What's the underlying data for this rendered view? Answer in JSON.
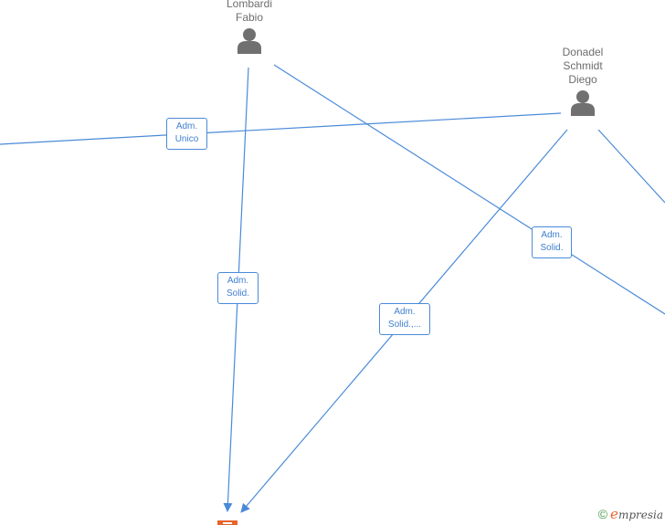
{
  "persons": [
    {
      "id": "lombardi",
      "name": "Lombardi\nFabio"
    },
    {
      "id": "donadel",
      "name": "Donadel\nSchmidt\nDiego"
    }
  ],
  "edge_labels": [
    {
      "id": "adm-unico",
      "text": "Adm.\nUnico"
    },
    {
      "id": "adm-solid-1",
      "text": "Adm.\nSolid."
    },
    {
      "id": "adm-solid-2",
      "text": "Adm.\nSolid."
    },
    {
      "id": "adm-solid-3",
      "text": "Adm.\nSolid.,..."
    }
  ],
  "watermark": {
    "symbol": "©",
    "brand_initial": "e",
    "brand_rest": "mpresia"
  },
  "colors": {
    "edge": "#4a8ad8",
    "person_icon": "#707070",
    "company": "#e8632c"
  }
}
